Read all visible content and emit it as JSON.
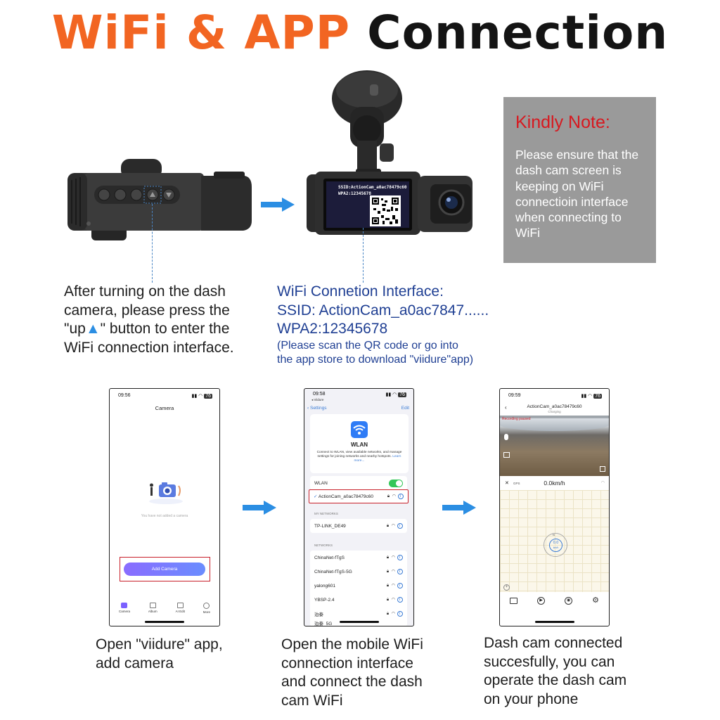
{
  "title": {
    "part1": "WiFi & APP",
    "part2": "Connection"
  },
  "note": {
    "heading": "Kindly Note:",
    "body": "Please ensure that the dash cam screen is keeping on WiFi connectioin interface when connecting to WiFi"
  },
  "camera_screen": {
    "ssid_line": "SSID:ActionCam_a0ac78479c60",
    "wpa_line": "WPA2:12345678"
  },
  "step_top_left": {
    "line1": "After turning on the dash",
    "line2": "camera, please press the",
    "line3_pre": "\"up",
    "line3_symbol": "▲",
    "line3_post": "\" button to enter the",
    "line4": "WiFi connection interface."
  },
  "step_top_right": {
    "line1": "WiFi Connetion Interface:",
    "line2": "SSID: ActionCam_a0ac7847......",
    "line3": "WPA2:12345678",
    "line4": "(Please scan the QR code or go into",
    "line5": "the app store to download \"viidure\"app)"
  },
  "phone1": {
    "time": "09:56",
    "battery": "76",
    "header": "Camera",
    "empty_text": "You have not added a camera",
    "add_button": "Add Camera",
    "tabs": [
      "Camera",
      "Album",
      "AI Edit",
      "More"
    ]
  },
  "phone2": {
    "time": "09:58",
    "back_app": "◂ Viidure",
    "battery": "76",
    "back_label": "Settings",
    "edit_label": "Edit",
    "wlan_title": "WLAN",
    "wlan_desc": "Connect to WLAN, view available networks, and manage settings for joining networks and nearby hotspots.",
    "learn_more": "Learn more...",
    "wlan_toggle_label": "WLAN",
    "connected_network": "ActionCam_a0ac78479c60",
    "my_networks_header": "MY NETWORKS",
    "my_networks": [
      "TP-LINK_DE49"
    ],
    "networks_header": "NETWORKS",
    "networks": [
      "ChinaNet-fTgS",
      "ChinaNet-fTgS-5G",
      "yalong601",
      "YBSP-2.4",
      "泊泰",
      "泊泰_5G"
    ]
  },
  "phone3": {
    "time": "09:59",
    "battery": "76",
    "device_title": "ActionCam_a0ac78479c60",
    "charging": "Charging",
    "recording": "Recording paused",
    "gps_label": "GPS",
    "speed": "0.0km/h",
    "compass_value": "0.0",
    "compass_unit": "km/h",
    "compass_n": "N"
  },
  "captions": {
    "c1_line1": "Open \"viidure\" app,",
    "c1_line2": "add camera",
    "c2_line1": "Open the mobile WiFi",
    "c2_line2": "connection interface",
    "c2_line3": "and connect the dash",
    "c2_line4": "cam WiFi",
    "c3_line1": "Dash cam connected",
    "c3_line2": "succesfully, you can",
    "c3_line3": "operate the dash cam",
    "c3_line4": "on your phone"
  },
  "colors": {
    "title_orange": "#f26522",
    "note_bg": "#9a9a9a",
    "note_red": "#d71920",
    "link_blue": "#1f3f93",
    "arrow_blue": "#2b8ee3",
    "toggle_green": "#34c759",
    "highlight_red": "#c8202a",
    "button_purple": "#7b61ff"
  }
}
